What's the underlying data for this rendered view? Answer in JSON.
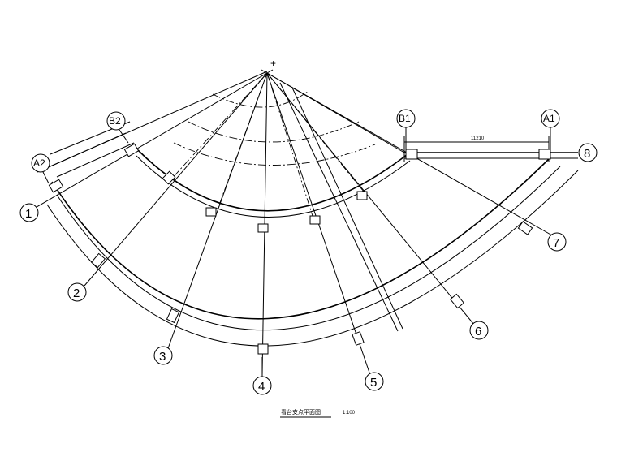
{
  "drawing": {
    "title": "看台支点平面图",
    "scale": "1:100",
    "top_dimension": "11210",
    "origin_mark": "+"
  },
  "axes": {
    "radial": [
      {
        "label": "1"
      },
      {
        "label": "2"
      },
      {
        "label": "3"
      },
      {
        "label": "4"
      },
      {
        "label": "5"
      },
      {
        "label": "6"
      },
      {
        "label": "7"
      },
      {
        "label": "8"
      }
    ],
    "letter": [
      {
        "label": "A2"
      },
      {
        "label": "B2"
      },
      {
        "label": "B1"
      },
      {
        "label": "A1"
      }
    ]
  }
}
